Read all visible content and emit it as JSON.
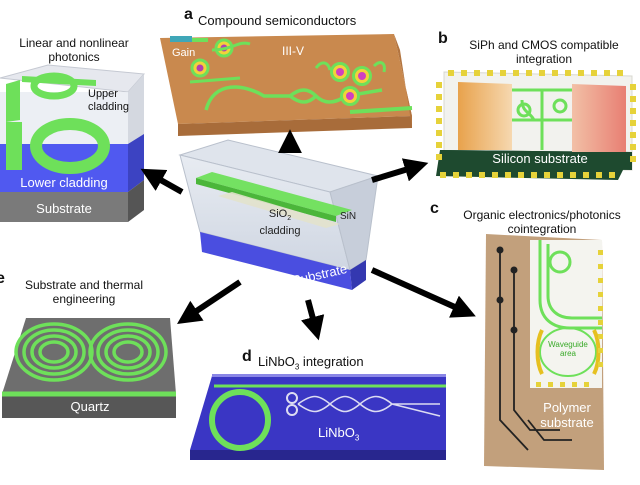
{
  "center": {
    "cladding": "SiO",
    "cladding_sub": "2",
    "cladding_word": "cladding",
    "core": "SiN",
    "substrate": "Substrate"
  },
  "panel_top_left": {
    "title_line1": "Linear and nonlinear",
    "title_line2": "photonics",
    "upper_line1": "Upper",
    "upper_line2": "cladding",
    "lower": "Lower cladding",
    "substrate": "Substrate"
  },
  "panel_a": {
    "letter": "a",
    "title": "Compound semiconductors",
    "gain": "Gain",
    "material": "III-V"
  },
  "panel_b": {
    "letter": "b",
    "title_line1": "SiPh and CMOS compatible",
    "title_line2": "integration",
    "substrate": "Silicon substrate"
  },
  "panel_c": {
    "letter": "c",
    "title_line1": "Organic electronics/photonics",
    "title_line2": "cointegration",
    "wg_line1": "Waveguide",
    "wg_line2": "area",
    "substrate_line1": "Polymer",
    "substrate_line2": "substrate"
  },
  "panel_d": {
    "letter": "d",
    "title_prefix": "LiNbO",
    "title_sub": "3",
    "title_suffix": " integration",
    "label": "LiNbO",
    "label_sub": "3"
  },
  "panel_e": {
    "letter": "e",
    "title_line1": "Substrate and thermal",
    "title_line2": "engineering",
    "substrate": "Quartz"
  },
  "colors": {
    "waveguide": "#6ee05a",
    "cladding_blue": "#4a4ee0",
    "substrate_gray": "#6f6f6f",
    "compound_orange": "#c9894e",
    "linbo3_purple": "#3a36c4",
    "polymer_tan": "#c2a07c",
    "arrow": "#000000"
  }
}
